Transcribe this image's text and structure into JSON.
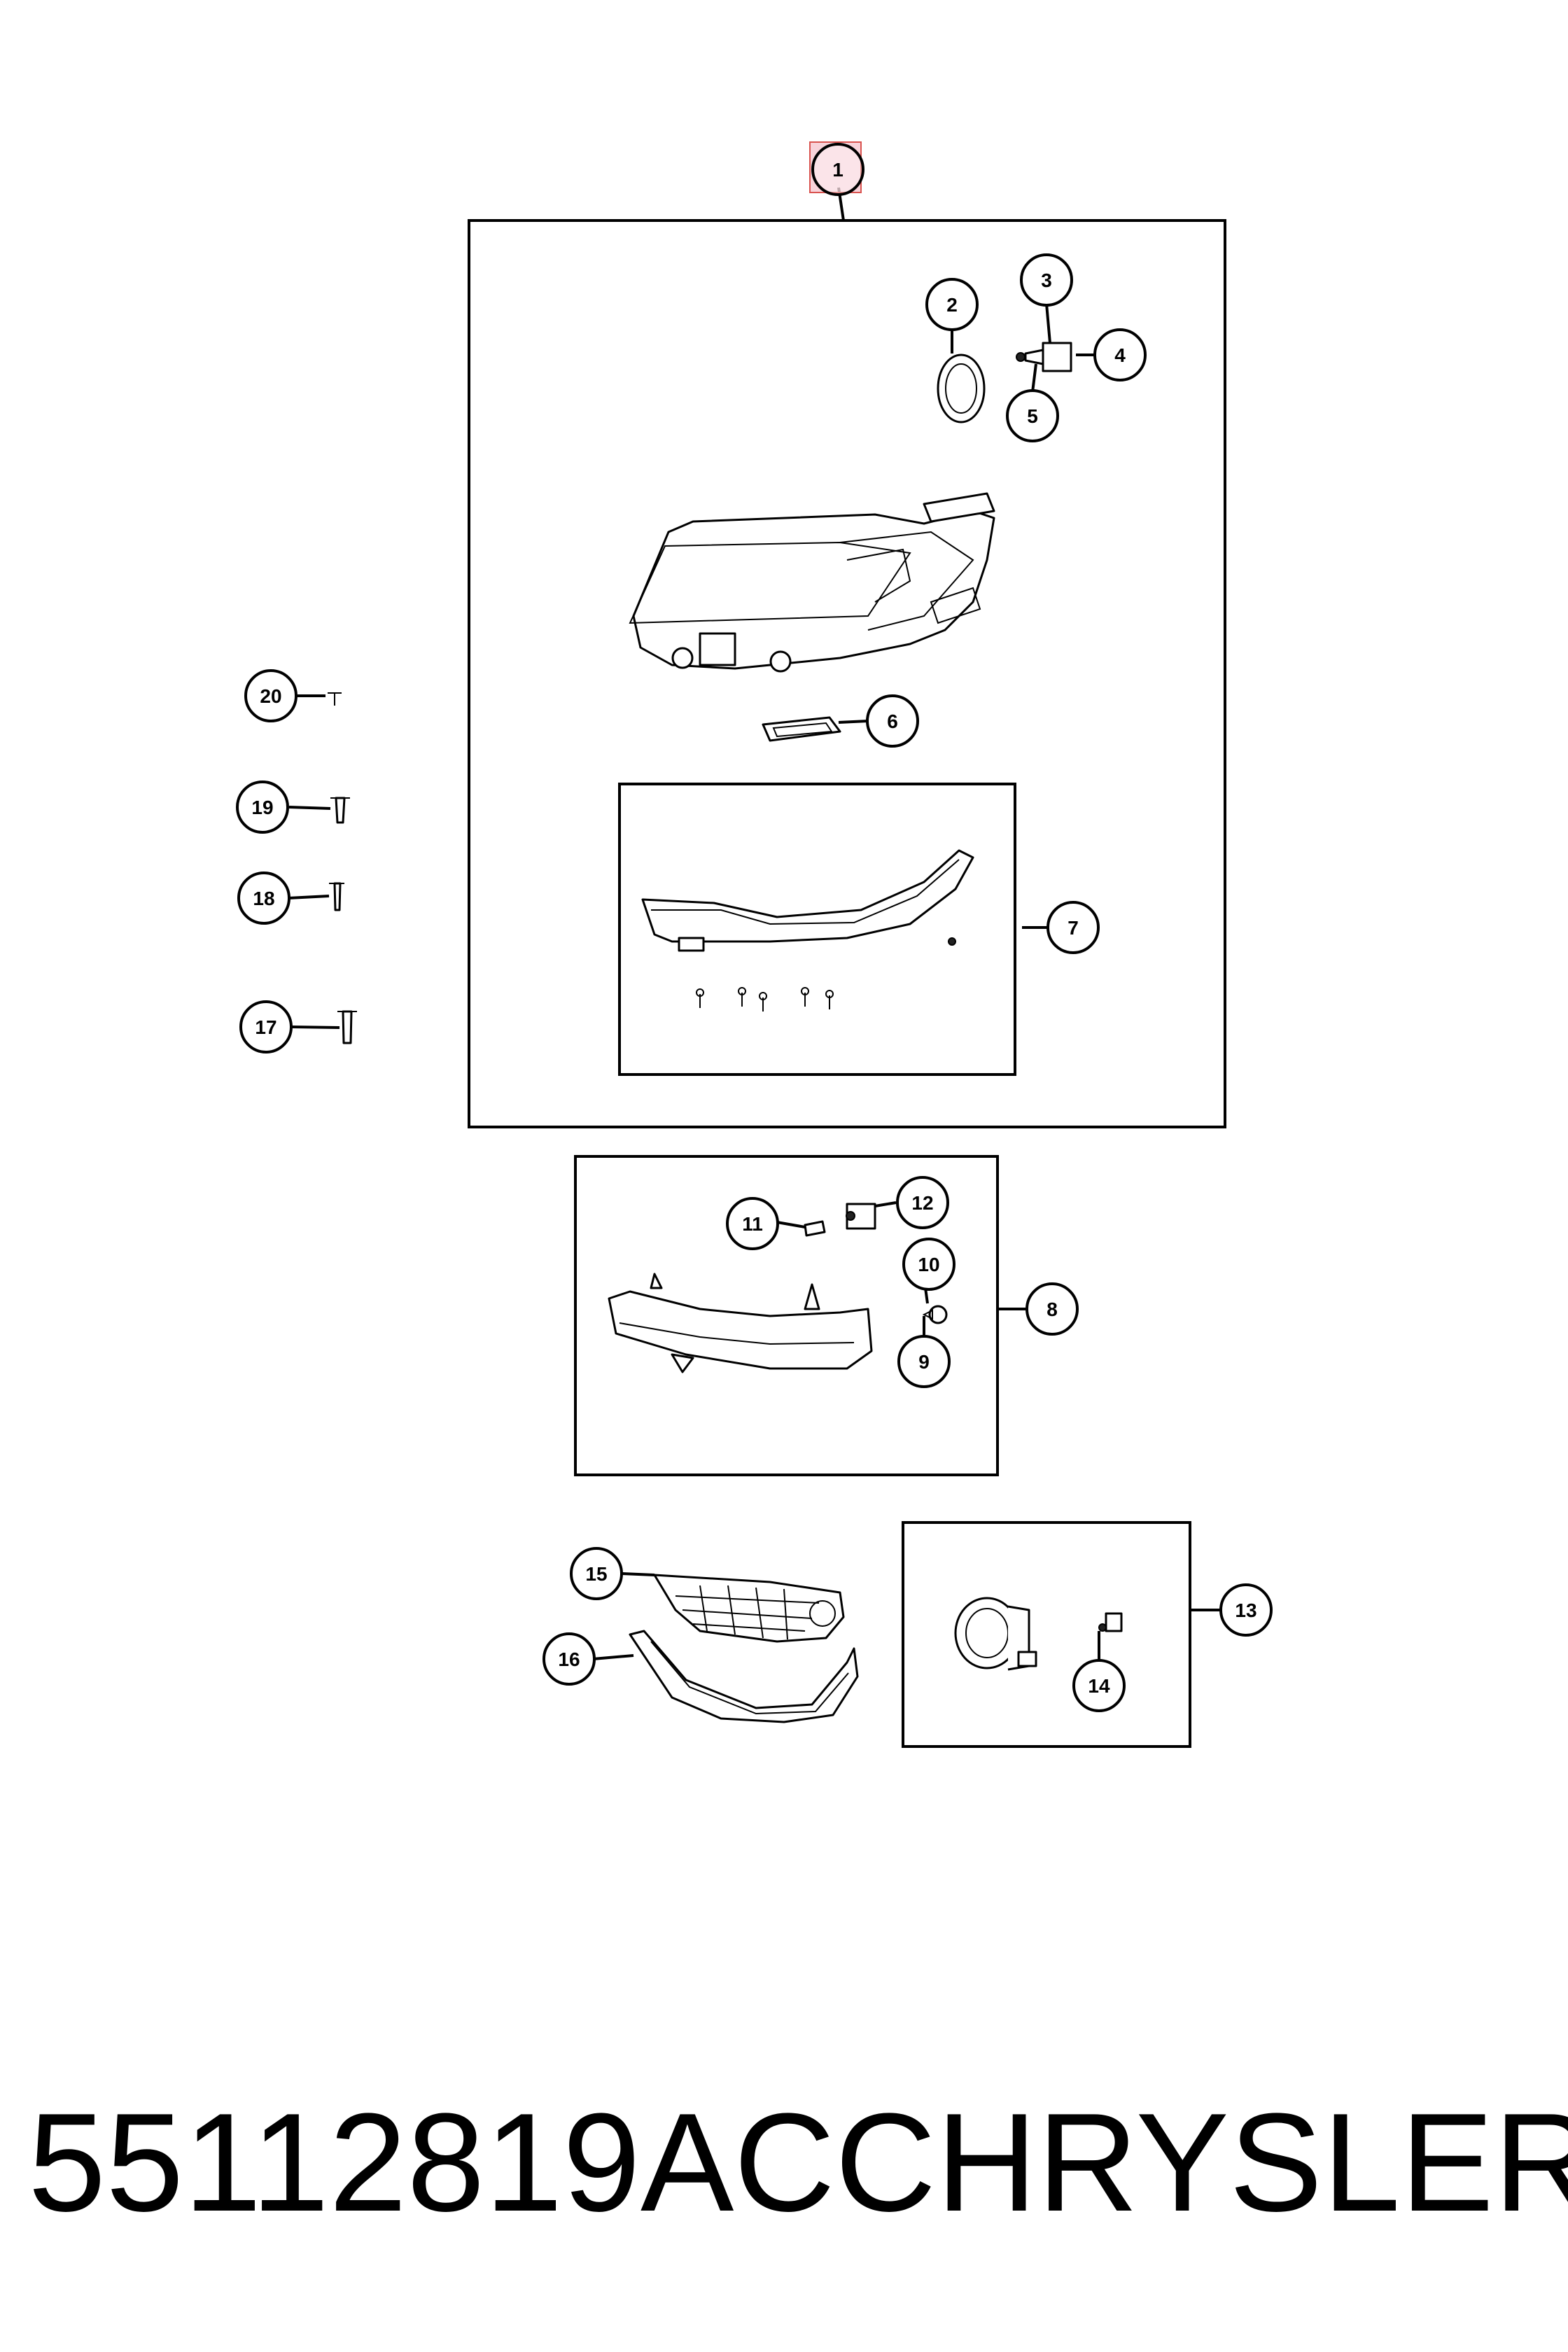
{
  "callouts": [
    "1",
    "2",
    "3",
    "4",
    "5",
    "6",
    "7",
    "8",
    "9",
    "10",
    "11",
    "12",
    "13",
    "14",
    "15",
    "16",
    "17",
    "18",
    "19",
    "20"
  ],
  "caption": {
    "part_number": "55112819AC",
    "brand": "CHRYSLER"
  },
  "highlight_color": "#f4b6c2",
  "highlight_stroke": "#d9534f"
}
